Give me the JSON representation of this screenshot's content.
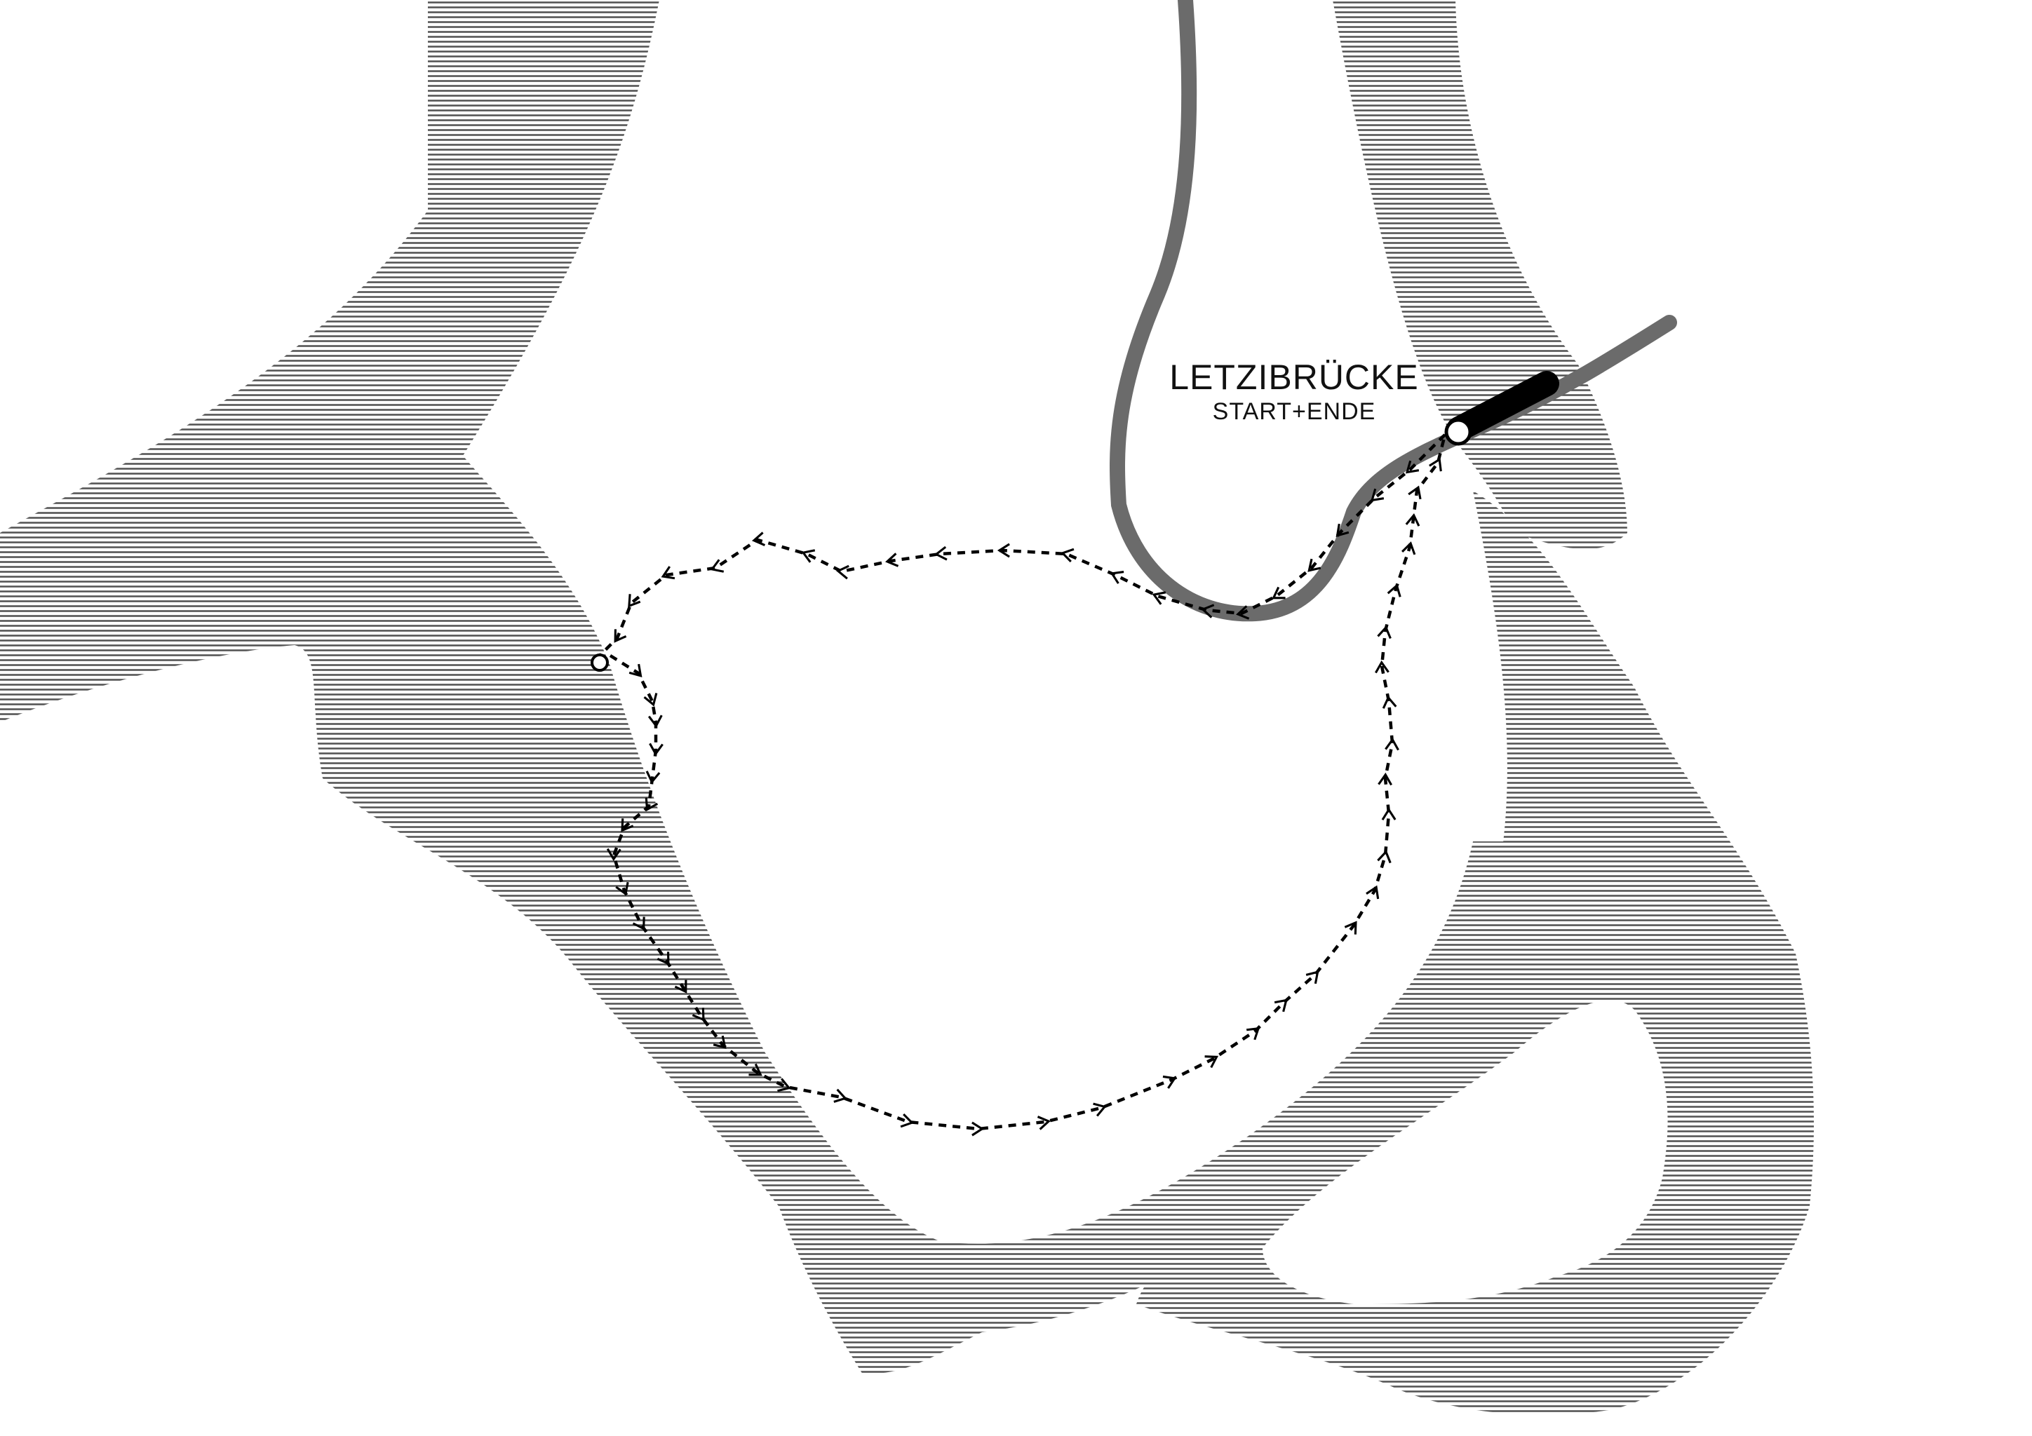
{
  "map": {
    "place_label": "LETZIBRÜCKE",
    "sub_label": "START+ENDE",
    "colors": {
      "background": "#ffffff",
      "hatch": "#555555",
      "road": "#6b6b6b",
      "bridge": "#000000",
      "route": "#000000"
    },
    "legend": {
      "route_style": "dashed-with-arrows",
      "start_marker": "circle",
      "turn_marker": "circle"
    }
  }
}
